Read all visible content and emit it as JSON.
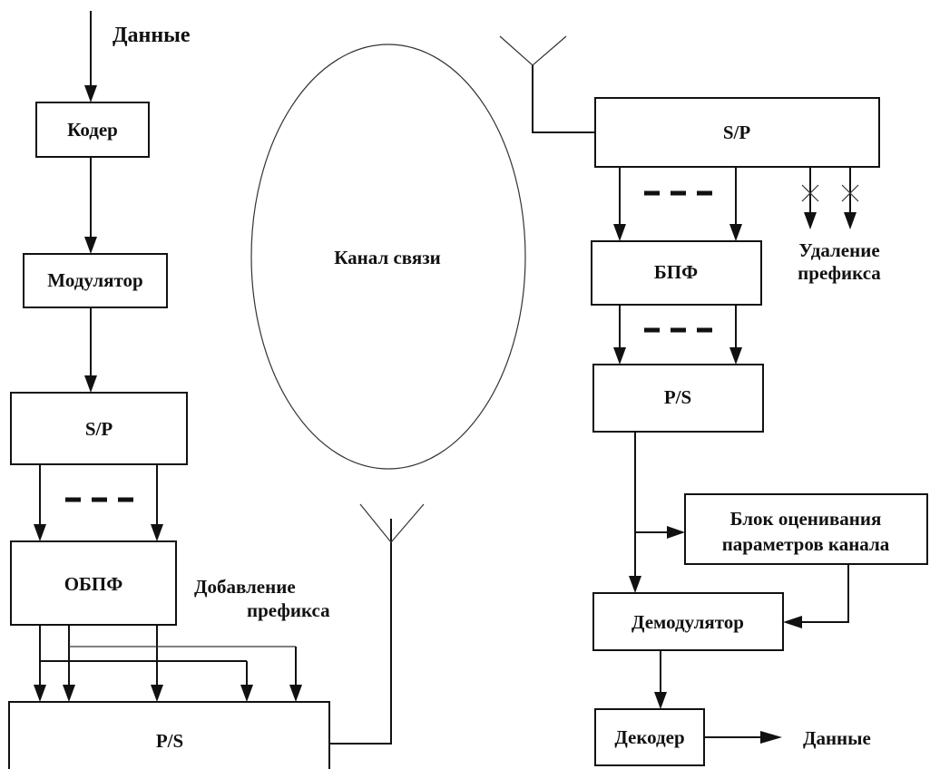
{
  "transmitter": {
    "input_label": "Данные",
    "coder": "Кодер",
    "modulator": "Модулятор",
    "sp": "S/P",
    "ifft": "ОБПФ",
    "prefix_add_line1": "Добавление",
    "prefix_add_line2": "префикса",
    "ps": "P/S"
  },
  "channel": {
    "label": "Канал связи"
  },
  "receiver": {
    "sp": "S/P",
    "prefix_remove_line1": "Удаление",
    "prefix_remove_line2": "префикса",
    "fft": "БПФ",
    "ps": "P/S",
    "estimator_line1": "Блок оценивания",
    "estimator_line2": "параметров канала",
    "demodulator": "Демодулятор",
    "decoder": "Декодер",
    "output_label": "Данные"
  }
}
